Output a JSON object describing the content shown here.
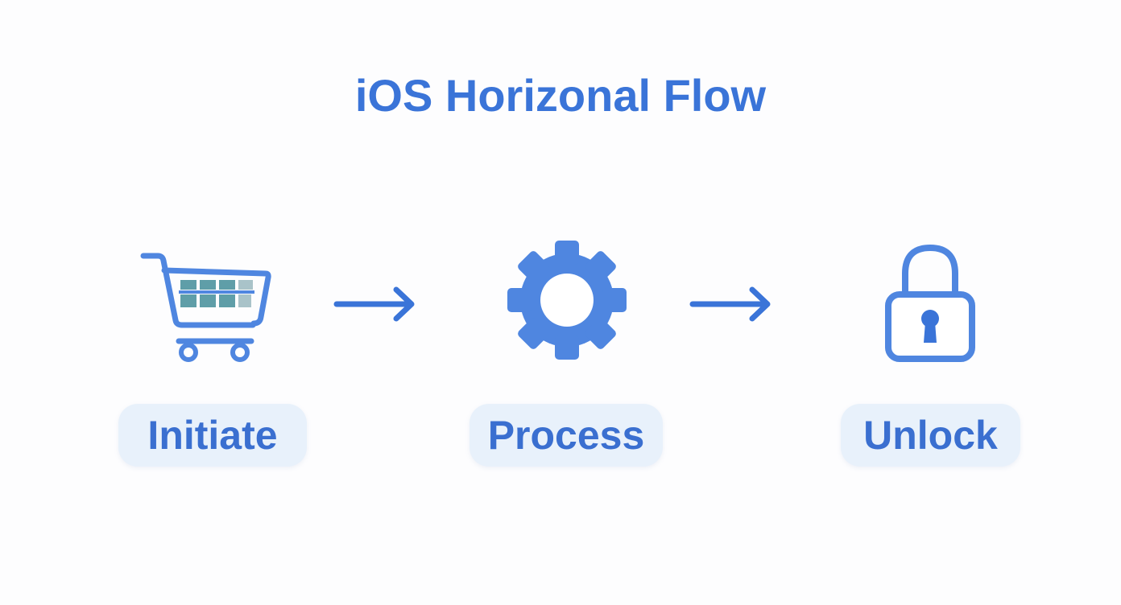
{
  "title": "iOS Horizonal Flow",
  "colors": {
    "primary": "#3a74d8",
    "icon_blue": "#4f86e0",
    "label_bg": "#e8f1fb",
    "cart_teal": "#5f9ea8",
    "background": "#fdfdfe"
  },
  "steps": [
    {
      "label": "Initiate",
      "icon": "shopping-cart-icon"
    },
    {
      "label": "Process",
      "icon": "gear-icon"
    },
    {
      "label": "Unlock",
      "icon": "padlock-icon"
    }
  ],
  "connectors": [
    {
      "icon": "arrow-right-icon",
      "from": "Initiate",
      "to": "Process"
    },
    {
      "icon": "arrow-right-icon",
      "from": "Process",
      "to": "Unlock"
    }
  ]
}
